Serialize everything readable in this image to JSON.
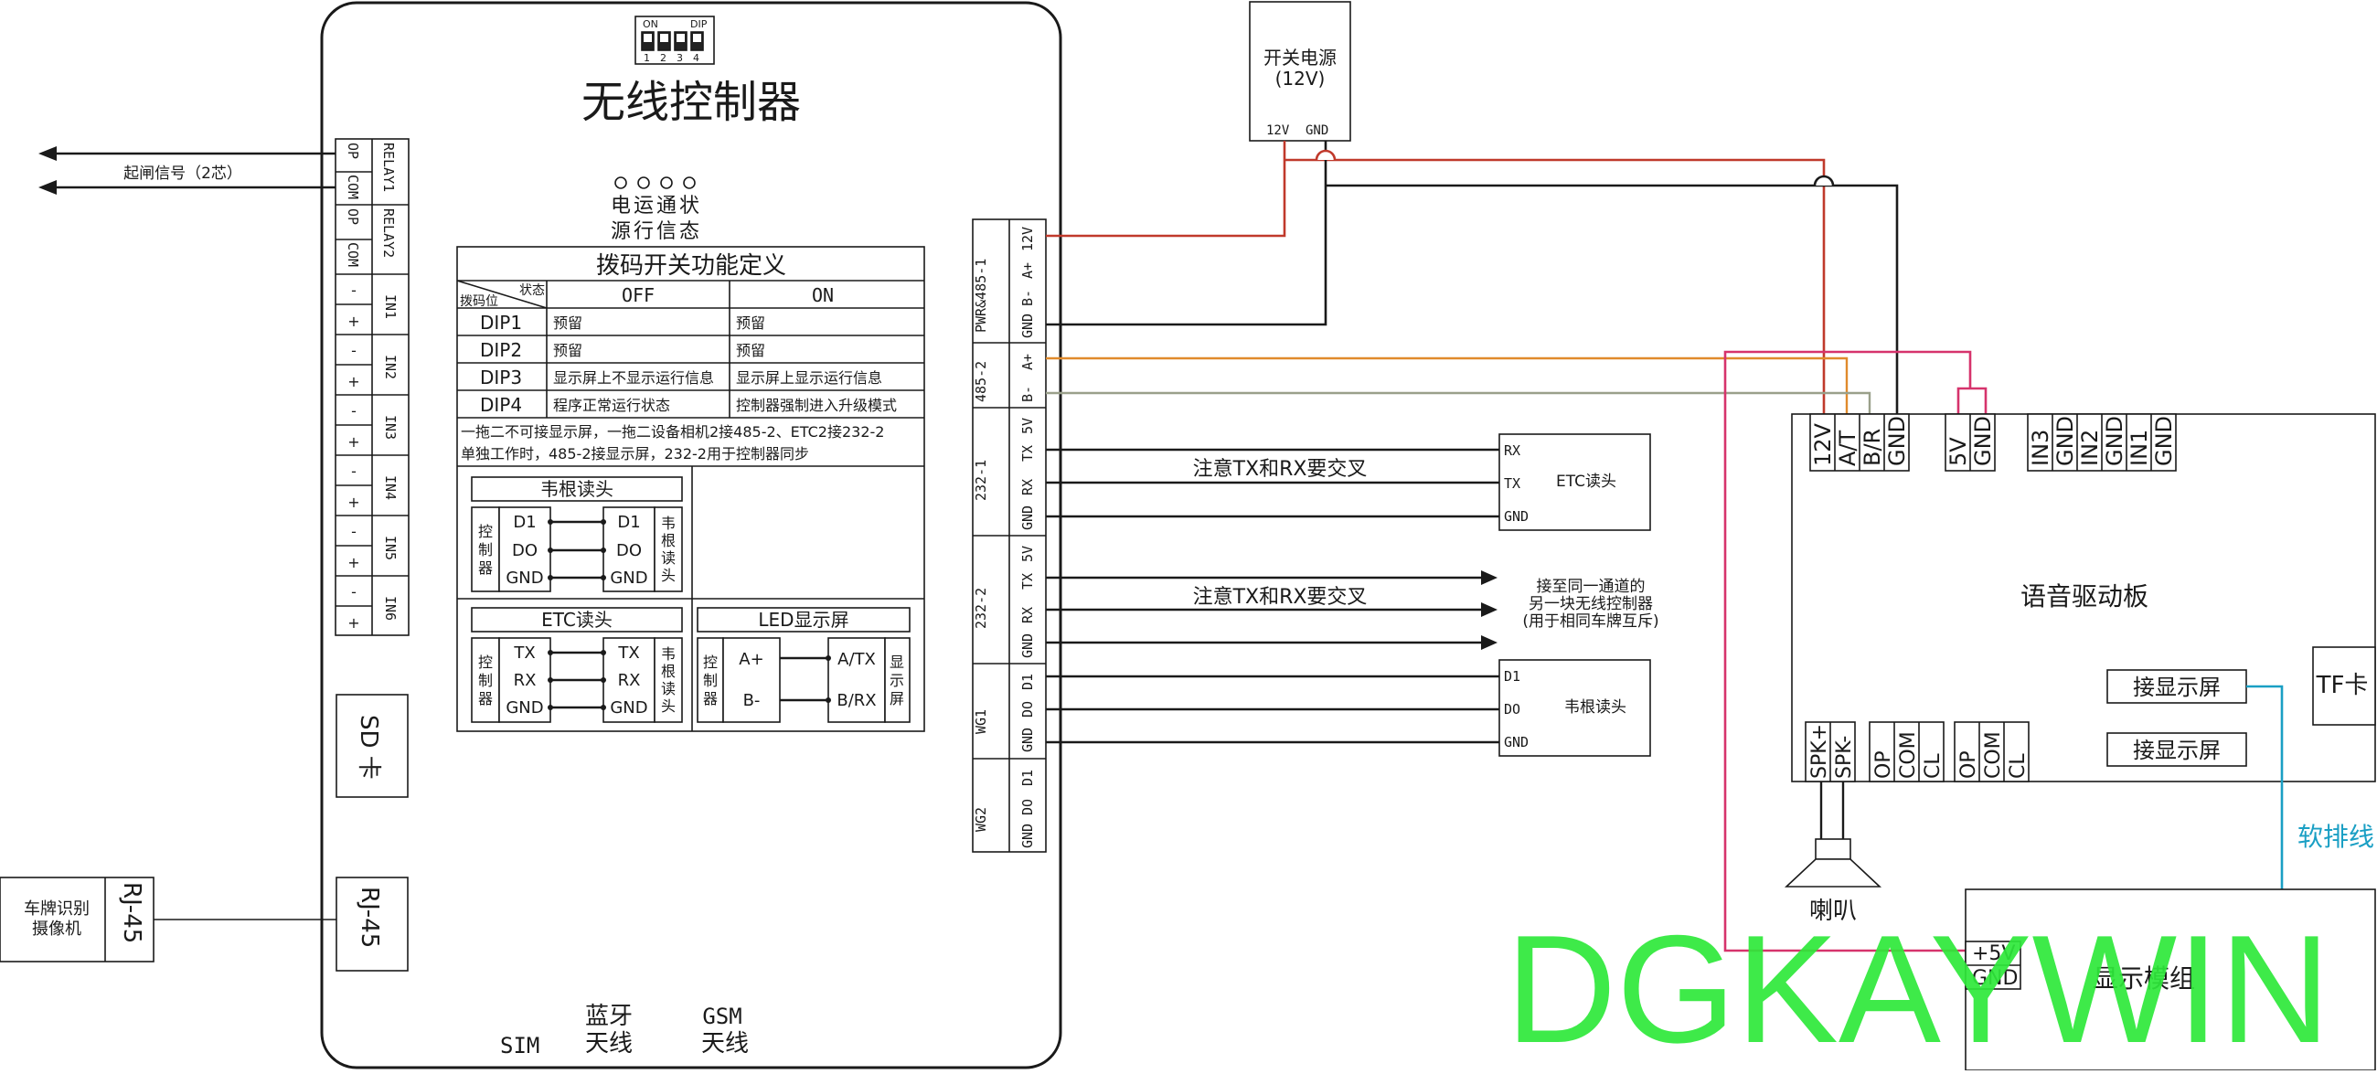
{
  "title": "无线控制器",
  "dip": {
    "on": "ON",
    "dip": "DIP",
    "nums": [
      "1",
      "2",
      "3",
      "4"
    ]
  },
  "status": [
    "电源",
    "运行",
    "通信",
    "状态"
  ],
  "table": {
    "title": "拨码开关功能定义",
    "corner_a": "状态",
    "corner_b": "拨码位",
    "col_off": "OFF",
    "col_on": "ON",
    "rows": [
      {
        "name": "DIP1",
        "off": "预留",
        "on": "预留"
      },
      {
        "name": "DIP2",
        "off": "预留",
        "on": "预留"
      },
      {
        "name": "DIP3",
        "off": "显示屏上不显示运行信息",
        "on": "显示屏上显示运行信息"
      },
      {
        "name": "DIP4",
        "off": "程序正常运行状态",
        "on": "控制器强制进入升级模式"
      }
    ],
    "note1": "一拖二不可接显示屏，一拖二设备相机2接485-2、ETC2接232-2",
    "note2": "单独工作时，485-2接显示屏，232-2用于控制器同步"
  },
  "wiegand_box": {
    "title": "韦根读头",
    "controller": "控制器",
    "reader": "韦根读头",
    "pins": [
      "D1",
      "DO",
      "GND"
    ]
  },
  "etc_box": {
    "title": "ETC读头",
    "controller": "控制器",
    "reader": "韦根读头",
    "pins": [
      "TX",
      "RX",
      "GND"
    ]
  },
  "led_box": {
    "title": "LED显示屏",
    "controller": "控制器",
    "screen": "显示屏",
    "left": [
      "A+",
      "B-"
    ],
    "right": [
      "A/TX",
      "B/RX"
    ]
  },
  "left_terms": {
    "relay": [
      [
        "OP",
        "COM",
        "RELAY1"
      ],
      [
        "OP",
        "COM",
        "RELAY2"
      ]
    ],
    "inputs": [
      "IN1",
      "IN2",
      "IN3",
      "IN4",
      "IN5",
      "IN6"
    ],
    "minus": "-",
    "plus": "+",
    "sd": "SD 卡",
    "rj45": "RJ-45"
  },
  "gate_signal": "起闸信号（2芯）",
  "camera": {
    "label1": "车牌识别",
    "label2": "摄像机",
    "port": "RJ-45"
  },
  "bottom": {
    "sim": "SIM",
    "bt1": "蓝牙",
    "bt2": "天线",
    "gsm1": "GSM",
    "gsm2": "天线"
  },
  "right_groups": [
    {
      "name": "PWR&485-1",
      "pins": [
        "GND",
        "B-",
        "A+",
        "12V"
      ]
    },
    {
      "name": "485-2",
      "pins": [
        "B-",
        "A+"
      ]
    },
    {
      "name": "232-1",
      "pins": [
        "GND",
        "RX",
        "TX",
        "5V"
      ]
    },
    {
      "name": "232-2",
      "pins": [
        "GND",
        "RX",
        "TX",
        "5V"
      ]
    },
    {
      "name": "WG1",
      "pins": [
        "GND",
        "DO",
        "D1"
      ]
    },
    {
      "name": "WG2",
      "pins": [
        "GND",
        "DO",
        "D1"
      ]
    }
  ],
  "power": {
    "line1": "开关电源",
    "line2": "(12V)",
    "t12": "12V",
    "tgnd": "GND"
  },
  "cross_note1": "注意TX和RX要交叉",
  "cross_note2": "注意TX和RX要交叉",
  "etc_reader": {
    "pins": [
      "RX",
      "TX",
      "GND"
    ],
    "name": "ETC读头"
  },
  "sync_note": [
    "接至同一通道的",
    "另一块无线控制器",
    "(用于相同车牌互斥)"
  ],
  "wg_reader": {
    "pins": [
      "D1",
      "DO",
      "GND"
    ],
    "name": "韦根读头"
  },
  "voice_board": {
    "name": "语音驱动板",
    "top_pins": [
      "12V",
      "A/T",
      "B/R",
      "GND",
      "5V",
      "GND",
      "IN3",
      "GND",
      "IN2",
      "GND",
      "IN1",
      "GND"
    ],
    "bottom_pins": [
      "SPK+",
      "SPK-",
      "OP",
      "COM",
      "CL",
      "OP",
      "COM",
      "CL"
    ],
    "display_a": "接显示屏",
    "display_b": "接显示屏",
    "tf": "TF卡"
  },
  "speaker": "喇叭",
  "ribbon": "软排线",
  "display_module": {
    "name": "显示模组",
    "plus": "+5V",
    "gnd": "GND"
  },
  "watermark": "DGKAYWIN",
  "colors": {
    "red": "#c0392b",
    "orange": "#e08a2c",
    "gray": "#9aa08a",
    "magenta": "#d6336c",
    "cyan": "#1a9fc4",
    "green": "#2ee83a"
  }
}
